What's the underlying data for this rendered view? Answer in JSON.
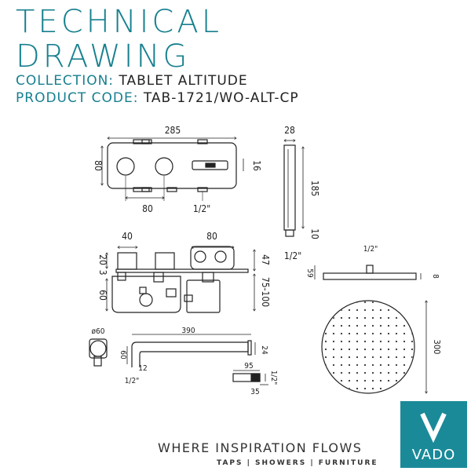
{
  "header": {
    "title_line1": "TECHNICAL",
    "title_line2": "DRAWING",
    "collection_label": "COLLECTION:",
    "collection_value": "TABLET ALTITUDE",
    "product_code_label": "PRODUCT CODE:",
    "product_code_value": "TAB-1721/WO-ALT-CP"
  },
  "dimensions": {
    "valve_front_width": "285",
    "valve_front_height": "80",
    "valve_side_gap": "16",
    "valve_knob_spacing": "80",
    "valve_outlet": "1/2\"",
    "handset_width": "28",
    "handset_length": "185",
    "handset_base": "10",
    "handset_thread": "1/2\"",
    "body_top_left": "40",
    "body_top_right": "80",
    "body_depth_a": "20",
    "body_depth_b": "3",
    "body_depth_c": "60",
    "body_side_a": "47",
    "body_side_b": "75-100",
    "arm_flange": "ø60",
    "arm_length": "390",
    "arm_drop": "24",
    "arm_depth": "60",
    "arm_offset": "12",
    "arm_thread": "1/2\"",
    "elbow_length": "95",
    "elbow_depth": "35",
    "elbow_thread": "1/2\"",
    "head_thread": "1/2\"",
    "head_height": "59",
    "head_thickness": "8",
    "head_diameter": "300"
  },
  "footer": {
    "tagline": "WHERE INSPIRATION FLOWS",
    "subline": "TAPS | SHOWERS | FURNITURE",
    "brand": "VADO"
  },
  "colors": {
    "accent": "#17808f",
    "logo_bg": "#1a8a99",
    "text": "#222222"
  }
}
